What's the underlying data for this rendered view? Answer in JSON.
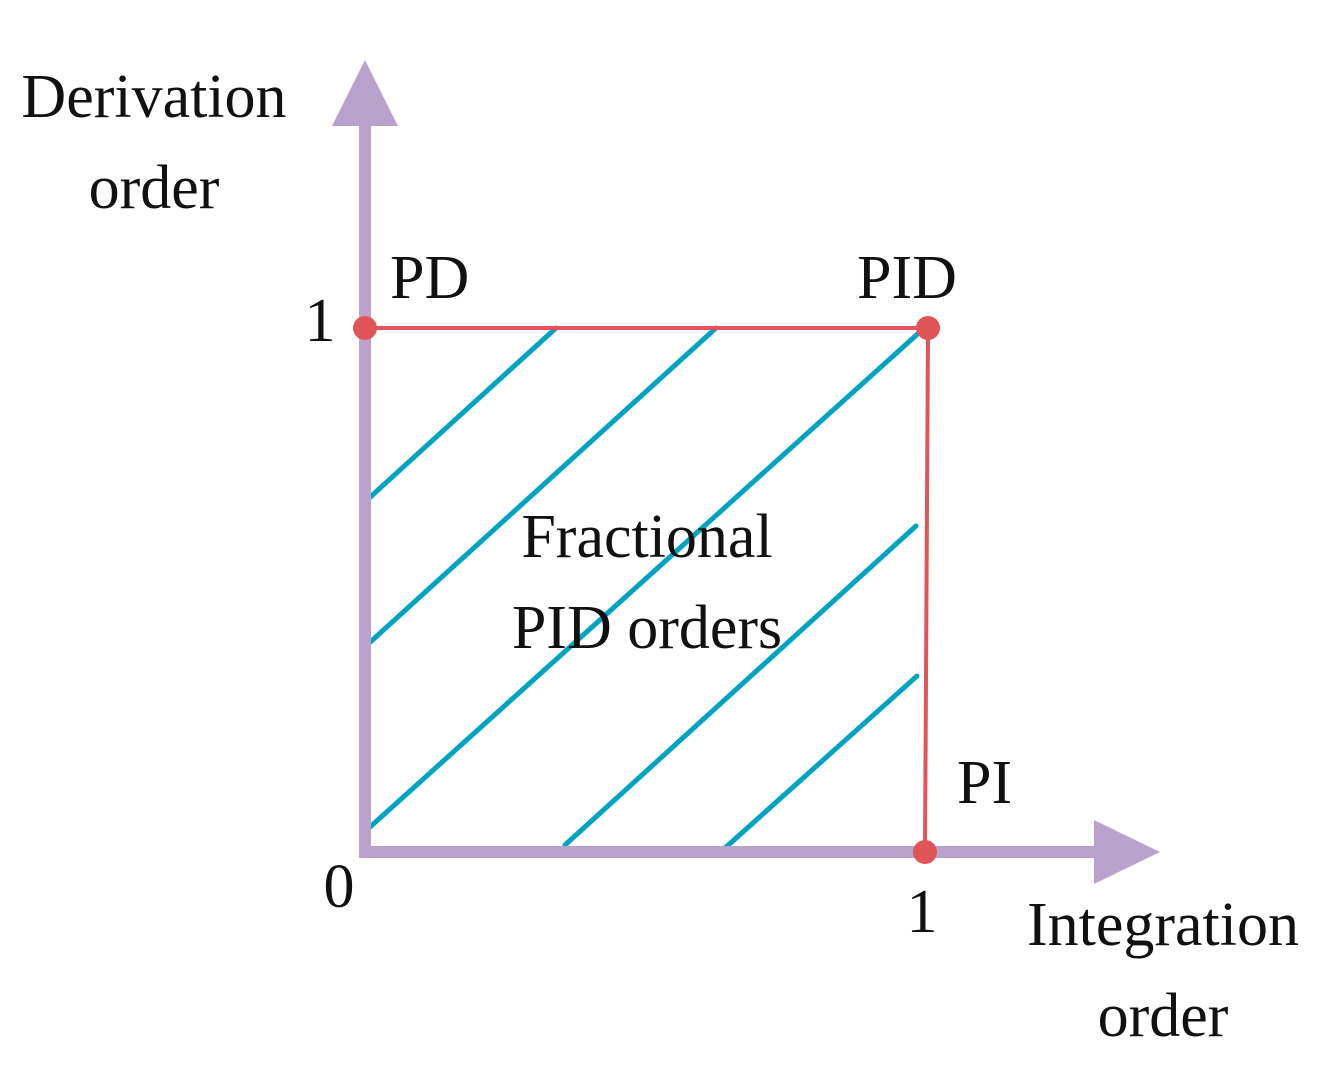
{
  "axes": {
    "y_label_line1": "Derivation",
    "y_label_line2": "order",
    "x_label_line1": "Integration",
    "x_label_line2": "order",
    "origin_label": "0",
    "y_tick_label": "1",
    "x_tick_label": "1"
  },
  "points": {
    "pd": "PD",
    "pid": "PID",
    "pi": "PI"
  },
  "region": {
    "line1": "Fractional",
    "line2": "PID orders"
  },
  "colors": {
    "axis": "#b9a3cd",
    "boundary": "#e05557",
    "hatch": "#00a3c0",
    "text": "#111111"
  }
}
